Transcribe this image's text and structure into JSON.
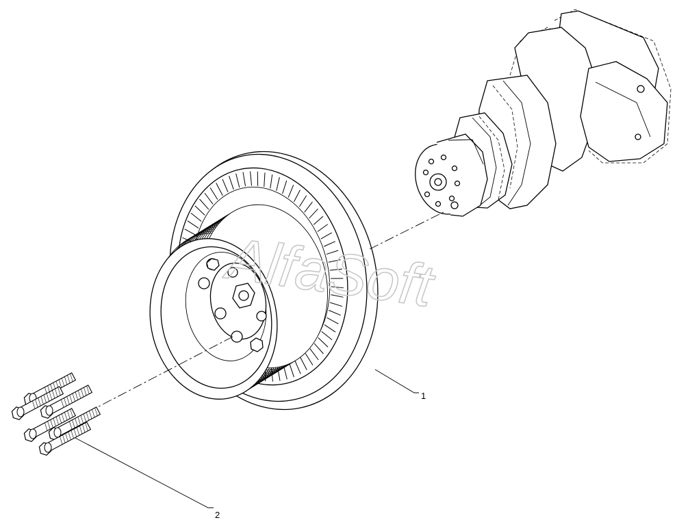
{
  "watermark": "AlfaSoft",
  "callouts": [
    {
      "id": "1",
      "label": "1"
    },
    {
      "id": "2",
      "label": "2"
    }
  ]
}
